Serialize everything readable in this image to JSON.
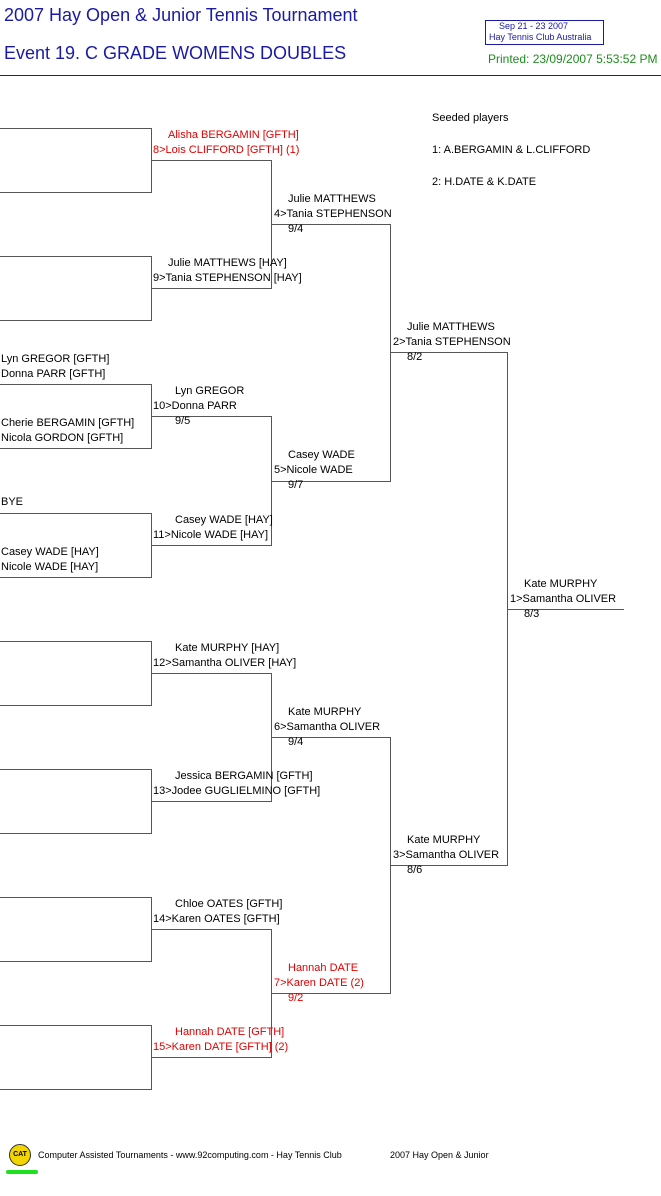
{
  "header": {
    "title": "2007 Hay Open & Junior Tennis Tournament",
    "event": "Event 19. C GRADE WOMENS DOUBLES",
    "dates": "Sep 21 - 23 2007",
    "venue": "Hay Tennis Club    Australia",
    "printed": "Printed: 23/09/2007 5:53:52 PM"
  },
  "seeds": {
    "heading": "Seeded players",
    "s1": "1: A.BERGAMIN & L.CLIFFORD",
    "s2": "2: H.DATE & K.DATE"
  },
  "round1": {
    "m3": [
      "Lyn GREGOR [GFTH]",
      "Donna PARR [GFTH]"
    ],
    "m4": [
      "Cherie BERGAMIN [GFTH]",
      "Nicola GORDON [GFTH]"
    ],
    "m5": [
      "BYE"
    ],
    "m6": [
      "Casey WADE [HAY]",
      "Nicole WADE [HAY]"
    ]
  },
  "round2": [
    {
      "l1": "Alisha BERGAMIN [GFTH]",
      "l2": "8>Lois CLIFFORD [GFTH] (1)",
      "score": ""
    },
    {
      "l1": "Julie MATTHEWS [HAY]",
      "l2": "9>Tania STEPHENSON [HAY]",
      "score": ""
    },
    {
      "l1": "Lyn GREGOR",
      "l2": "10>Donna PARR",
      "score": "9/5"
    },
    {
      "l1": "Casey WADE [HAY]",
      "l2": "11>Nicole WADE [HAY]",
      "score": ""
    },
    {
      "l1": "Kate MURPHY [HAY]",
      "l2": "12>Samantha OLIVER [HAY]",
      "score": ""
    },
    {
      "l1": "Jessica BERGAMIN [GFTH]",
      "l2": "13>Jodee GUGLIELMINO [GFTH]",
      "score": ""
    },
    {
      "l1": "Chloe OATES [GFTH]",
      "l2": "14>Karen OATES [GFTH]",
      "score": ""
    },
    {
      "l1": "Hannah DATE [GFTH]",
      "l2": "15>Karen DATE [GFTH] (2)",
      "score": ""
    }
  ],
  "quarter": [
    {
      "l1": "Julie MATTHEWS",
      "l2": "4>Tania STEPHENSON",
      "score": "9/4"
    },
    {
      "l1": "Casey WADE",
      "l2": "5>Nicole WADE",
      "score": "9/7"
    },
    {
      "l1": "Kate MURPHY",
      "l2": "6>Samantha OLIVER",
      "score": "9/4"
    },
    {
      "l1": "Hannah DATE",
      "l2": "7>Karen DATE (2)",
      "score": "9/2"
    }
  ],
  "semi": [
    {
      "l1": "Julie MATTHEWS",
      "l2": "2>Tania STEPHENSON",
      "score": "8/2"
    },
    {
      "l1": "Kate MURPHY",
      "l2": "3>Samantha OLIVER",
      "score": "8/6"
    }
  ],
  "final": {
    "l1": "Kate MURPHY",
    "l2": "1>Samantha OLIVER",
    "score": "8/3"
  },
  "footer": {
    "logo": "CAT",
    "credit": "Computer Assisted Tournaments - www.92computing.com -  Hay Tennis Club",
    "event": "2007 Hay Open & Junior"
  }
}
